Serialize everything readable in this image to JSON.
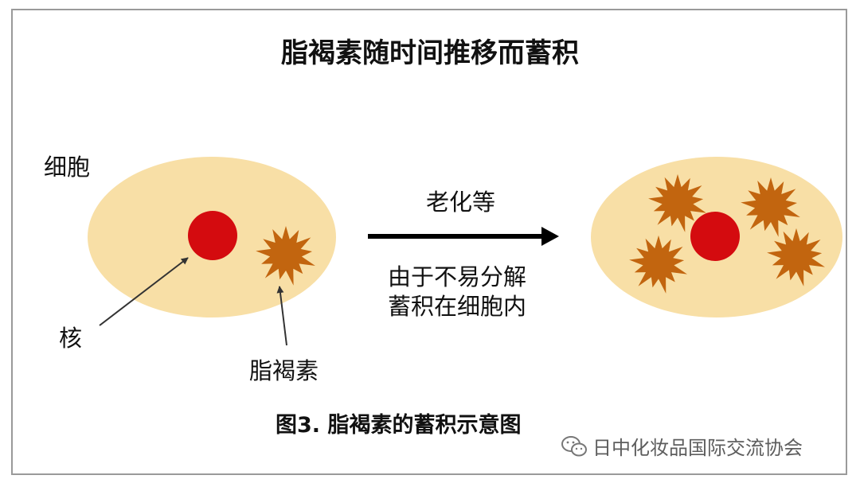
{
  "title": "脂褐素随时间推移而蓄积",
  "labels": {
    "cell": "细胞",
    "nucleus": "核",
    "lipofuscin": "脂褐素",
    "aging": "老化等",
    "desc_line1": "由于不易分解",
    "desc_line2": "蓄积在细胞内"
  },
  "caption": "图3. 脂褐素的蓄积示意图",
  "watermark": {
    "text": "日中化妆品国际交流协会",
    "icon": "wechat-icon"
  },
  "colors": {
    "cell_fill": "#f8dfa6",
    "nucleus": "#d40b0f",
    "lipofuscin": "#c2650f",
    "arrow": "#000000",
    "frame": "#9a9a9a"
  }
}
